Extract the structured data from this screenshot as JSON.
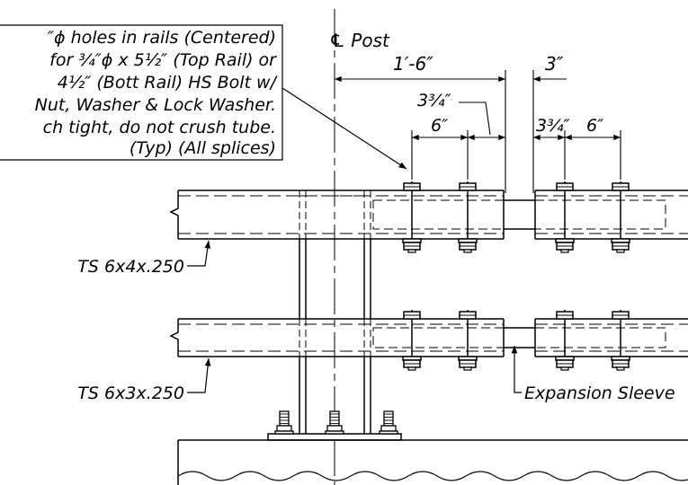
{
  "note": {
    "lines": [
      "″ϕ holes in rails (Centered)",
      "for ¾″ϕ x 5½″ (Top Rail) or",
      "4½″ (Bott Rail) HS  Bolt w/",
      "Nut, Washer & Lock Washer.",
      "ch tight, do not crush tube.",
      "(Typ) (All splices)"
    ]
  },
  "labels": {
    "post_centerline": "℄ Post",
    "top_rail": "TS 6x4x.250",
    "bottom_rail": "TS 6x3x.250",
    "expansion_sleeve": "Expansion Sleeve"
  },
  "dimensions": {
    "span_post_to_splice": "1′-6″",
    "splice_gap": "3″",
    "bolt_offset_left": "3¾″",
    "bolt_spacing_left": "6″",
    "bolt_offset_right": "3¾″",
    "bolt_spacing_right": "6″"
  },
  "colors": {
    "line": "#000000",
    "background": "#ffffff"
  }
}
